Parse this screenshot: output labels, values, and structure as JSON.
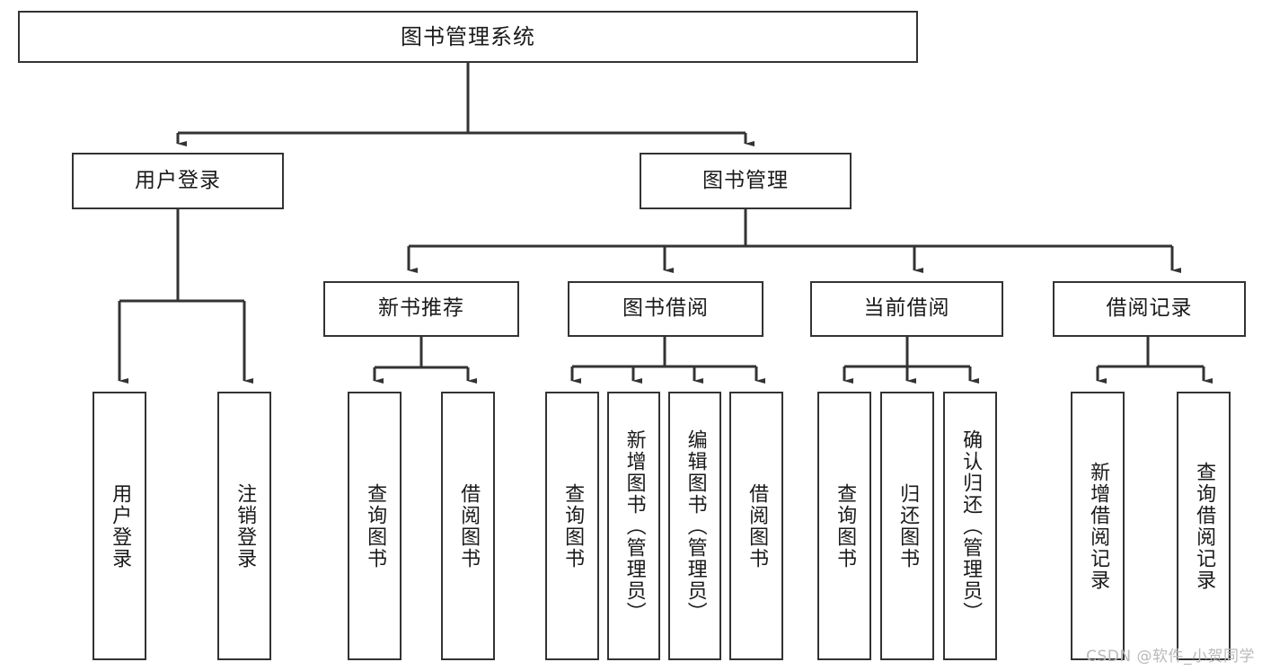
{
  "diagram": {
    "type": "tree-hierarchy",
    "title": "图书管理系统",
    "watermark": "CSDN @软件_小贺同学",
    "colors": {
      "stroke": "#333333",
      "fill": "#ffffff",
      "text": "#1a1a1a",
      "watermark": "#b9b9b9"
    },
    "nodes": {
      "root": "图书管理系统",
      "level2": [
        "用户登录",
        "图书管理"
      ],
      "level3": [
        "新书推荐",
        "图书借阅",
        "当前借阅",
        "借阅记录"
      ],
      "leaves_user_login": [
        "用户登录",
        "注销登录"
      ],
      "leaves_new_book": [
        "查询图书",
        "借阅图书"
      ],
      "leaves_borrow": [
        "查询图书",
        "新增图书（管理员）",
        "编辑图书（管理员）",
        "借阅图书"
      ],
      "leaves_current": [
        "查询图书",
        "归还图书",
        "确认归还（管理员）"
      ],
      "leaves_records": [
        "新增借阅记录",
        "查询借阅记录"
      ]
    }
  }
}
